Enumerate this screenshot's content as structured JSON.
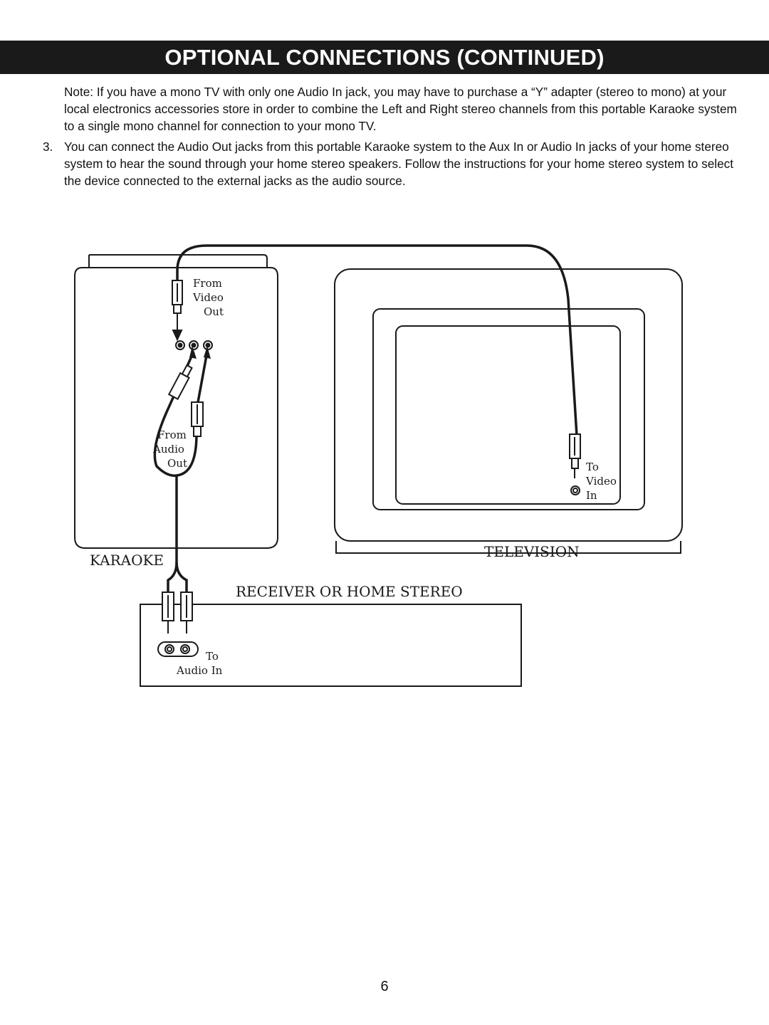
{
  "header": {
    "title": "OPTIONAL CONNECTIONS (CONTINUED)"
  },
  "note": "Note: If you have a mono TV with only one Audio In jack, you may have to purchase a “Y” adapter (stereo to mono) at your local electronics accessories store in order to combine the Left and Right stereo channels from this portable Karaoke system to a single mono channel for connection to your mono TV.",
  "step3": {
    "number": "3.",
    "text": "You can connect the Audio Out jacks from this portable Karaoke system to the Aux In or Audio In jacks of your home stereo system to hear the sound through your home stereo speakers. Follow the instructions for your home stereo system to select the device connected to the external jacks as the audio source."
  },
  "diagram": {
    "karaoke_label": "KARAOKE",
    "television_label": "TELEVISION",
    "receiver_label": "RECEIVER OR HOME STEREO",
    "from_video_out": [
      "From",
      "Video",
      "Out"
    ],
    "from_audio_out": [
      "From",
      "Audio",
      "Out"
    ],
    "to_video_in": [
      "To",
      "Video",
      "In"
    ],
    "to_audio_in": [
      "To",
      "Audio In"
    ]
  },
  "page_number": "6"
}
